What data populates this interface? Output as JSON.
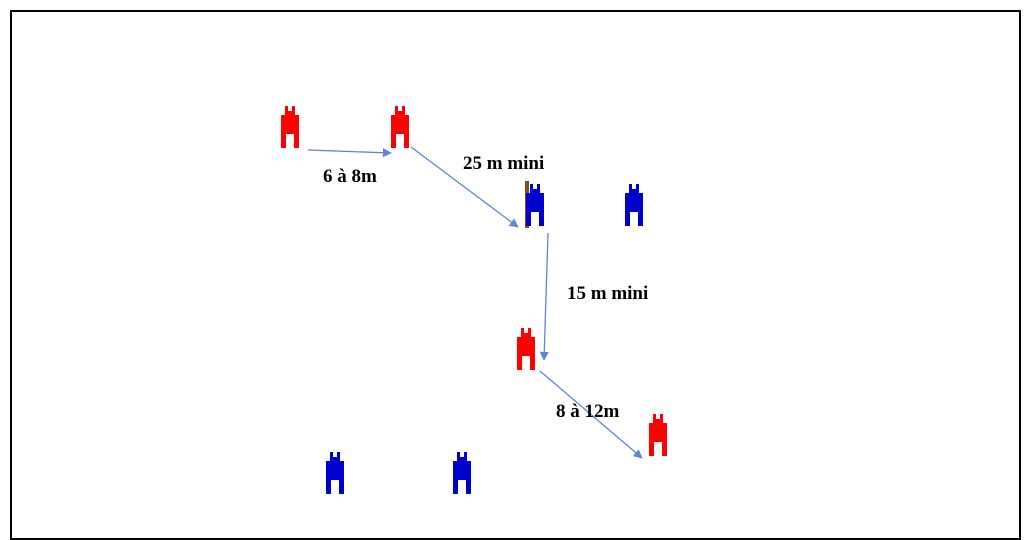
{
  "colors": {
    "red": "#ff0000",
    "blue": "#0000cc",
    "arrow": "#5b86d6",
    "pole": "#8b4a22",
    "frame": "#000000"
  },
  "cones": [
    {
      "id": "red-cone-1",
      "color": "red"
    },
    {
      "id": "red-cone-2",
      "color": "red"
    },
    {
      "id": "blue-cone-pole",
      "color": "blue",
      "pole": true
    },
    {
      "id": "blue-cone-right",
      "color": "blue"
    },
    {
      "id": "red-cone-3",
      "color": "red"
    },
    {
      "id": "red-cone-4",
      "color": "red"
    },
    {
      "id": "blue-cone-bottom-left",
      "color": "blue"
    },
    {
      "id": "blue-cone-bottom-mid",
      "color": "blue"
    }
  ],
  "distances": [
    {
      "label": "6 à 8m"
    },
    {
      "label": "25 m mini"
    },
    {
      "label": "15 m mini"
    },
    {
      "label": "8 à 12m"
    }
  ]
}
